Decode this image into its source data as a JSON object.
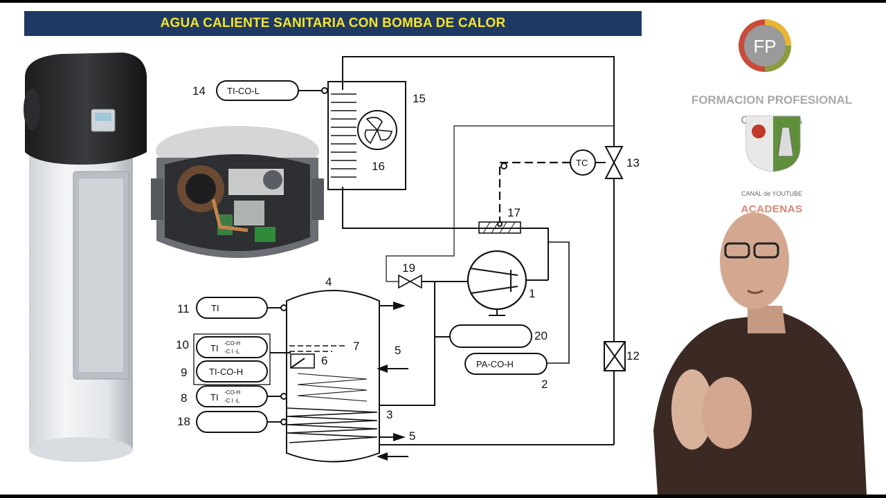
{
  "header": {
    "title": "AGUA CALIENTE SANITARIA CON BOMBA DE CALOR"
  },
  "logo": {
    "badge": "FP",
    "line1": "FORMACION PROFESIONAL",
    "line2": "CONTINUA",
    "canal": "CANAL de YOUTUBE",
    "channel": "ACADENAS"
  },
  "diagram": {
    "instruments": {
      "i14": "TI-CO-L",
      "i11": "TI",
      "i10_main": "TI",
      "i10_top": "-CO-H",
      "i10_bot": "-C I -L",
      "i9": "TI-CO-H",
      "i8_main": "TI",
      "i8_top": "-CO-H",
      "i8_bot": "-C I -L",
      "i2": "PA-CO-H",
      "tc": "TC"
    },
    "numbers": {
      "n1": "1",
      "n2": "2",
      "n3": "3",
      "n4": "4",
      "n5a": "5",
      "n5b": "5",
      "n6": "6",
      "n7": "7",
      "n8": "8",
      "n9": "9",
      "n10": "10",
      "n11": "11",
      "n12": "12",
      "n13": "13",
      "n14": "14",
      "n15": "15",
      "n16": "16",
      "n17": "17",
      "n18": "18",
      "n19": "19",
      "n20": "20"
    }
  },
  "colors": {
    "title_bg": "#1f3864",
    "title_text": "#f5e62a",
    "accent": "#e0826e"
  }
}
